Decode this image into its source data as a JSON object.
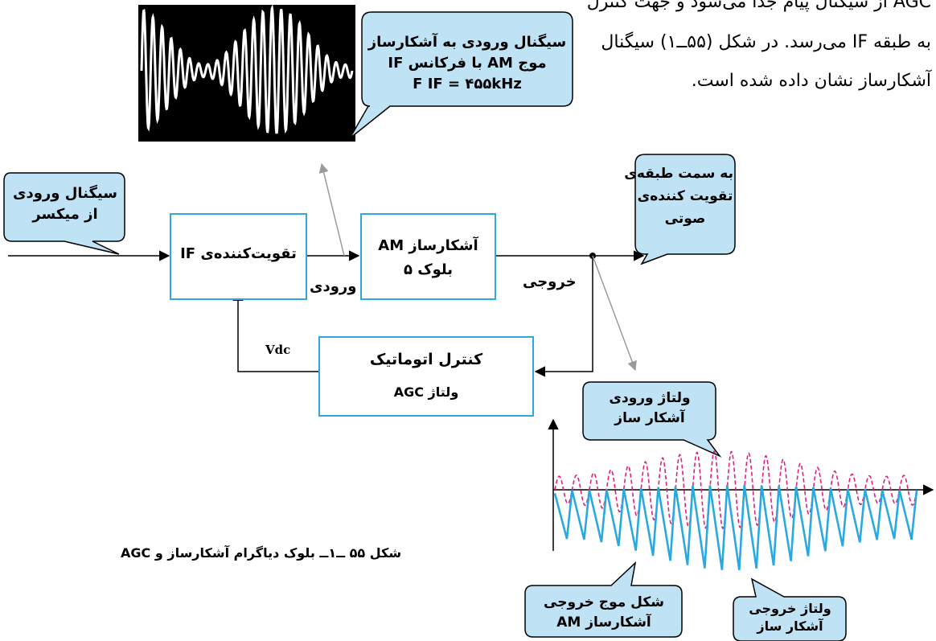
{
  "intro_text": {
    "line1": "AGC از سیگنال پیام جدا می‌شود و جهت کنترل",
    "line2": "به طبقه IF می‌رسد. در شکل (۵۵ــ۱) سیگنال",
    "line3": "آشکارساز نشان داده شده است."
  },
  "callouts": {
    "input_from_mixer": {
      "line1": "سیگنال ورودی",
      "line2": "از میکسر"
    },
    "detector_input": {
      "line1": "سیگنال ورودی به آشکارساز",
      "line2": "موج AM با فرکانس IF",
      "line3": "F IF = ۴۵۵kHz"
    },
    "to_audio_amp": {
      "line1": "به سمت طبقه‌ی",
      "line2": "تقویت کننده‌ی",
      "line3": "صوتی"
    },
    "detector_input_voltage": {
      "line1": "ولتاژ ورودی",
      "line2": "آشکار ساز"
    },
    "output_waveform": {
      "line1": "شکل موج خروجی",
      "line2": "آشکارساز AM"
    },
    "output_voltage": {
      "line1": "ولتاژ خروجی",
      "line2": "آشکار ساز"
    }
  },
  "blocks": {
    "if_amp": {
      "label": "تقویت‌کننده‌ی IF"
    },
    "am_detector": {
      "line1": "آشکارساز AM",
      "line2": "بلوک ۵"
    },
    "agc": {
      "line1": "کنترل اتوماتیک",
      "line2": "ولتاژ AGC"
    }
  },
  "labels": {
    "input": "ورودی",
    "output": "خروجی",
    "vdc": "Vdc"
  },
  "caption": "شکل ۵۵ ــ۱ــ بلوک دیاگرام آشکارساز و AGC",
  "colors": {
    "block_border": "#2fa8dc",
    "callout_fill": "#bfe2f5",
    "arrow": "#000000",
    "gray_arrow": "#9a9a9a",
    "am_wave": "#e0207e",
    "detector_output": "#29a9e0"
  }
}
